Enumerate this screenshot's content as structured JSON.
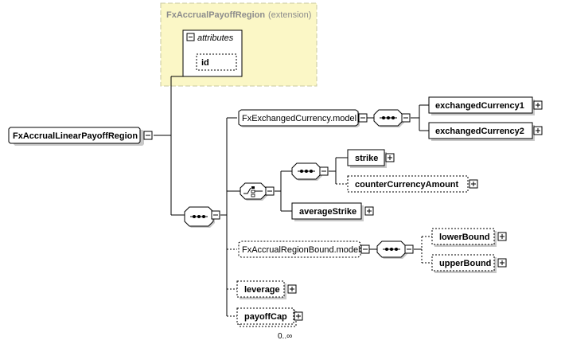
{
  "extension": {
    "name": "FxAccrualPayoffRegion",
    "tag": "(extension)",
    "attributes_label": "attributes",
    "attribute_id": "id"
  },
  "root": {
    "name": "FxAccrualLinearPayoffRegion"
  },
  "group1": {
    "model": "FxExchangedCurrency.model",
    "items": [
      "exchangedCurrency1",
      "exchangedCurrency2"
    ]
  },
  "choice": {
    "sequence_items": [
      "strike",
      "counterCurrencyAmount"
    ],
    "alt_item": "averageStrike"
  },
  "group2": {
    "model": "FxAccrualRegionBound.model",
    "items": [
      "lowerBound",
      "upperBound"
    ]
  },
  "leverage": "leverage",
  "payoffCap": "payoffCap",
  "payoffCap_cardinality": "0..∞",
  "colors": {
    "extension_fill": "#fbf7c6",
    "extension_border": "#c9c9a0",
    "line": "#000000",
    "shadow": "#c8c8c8"
  }
}
